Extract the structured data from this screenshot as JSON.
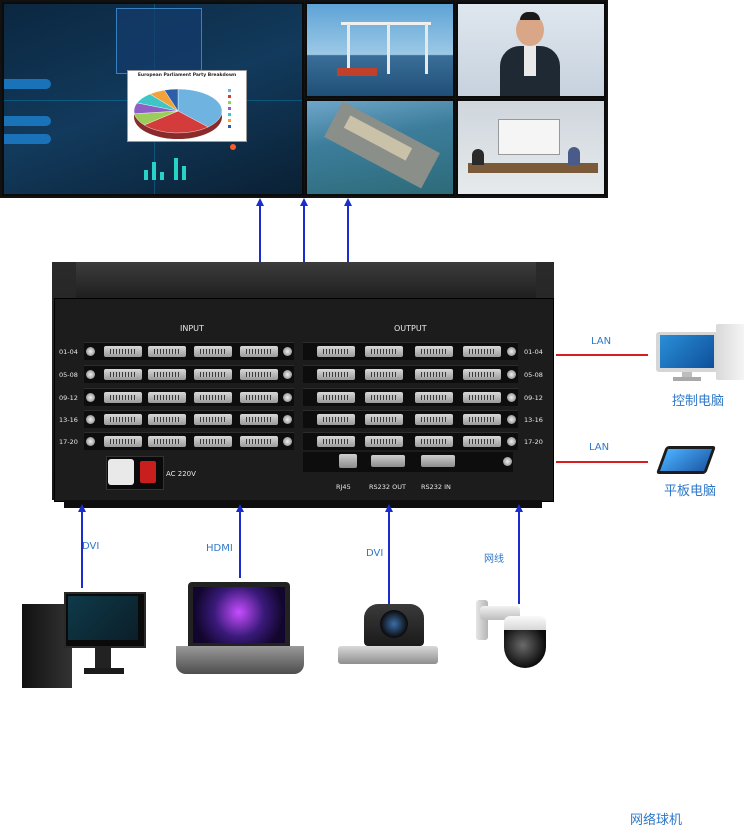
{
  "video_wall": {
    "pie_inset_title": "European Parliament Party Breakdown",
    "pie_slices": [
      {
        "color": "#6fb3e0",
        "value": 38
      },
      {
        "color": "#d43b3b",
        "value": 26
      },
      {
        "color": "#9acd5a",
        "value": 9
      },
      {
        "color": "#8e5fc4",
        "value": 8
      },
      {
        "color": "#3ec6c6",
        "value": 8
      },
      {
        "color": "#f2a23a",
        "value": 6
      },
      {
        "color": "#2c5fa8",
        "value": 5
      }
    ]
  },
  "matrix": {
    "input_label": "INPUT",
    "output_label": "OUTPUT",
    "rows": [
      "01-04",
      "05-08",
      "09-12",
      "13-16",
      "17-20"
    ],
    "power_label": "AC 220V",
    "ports": {
      "rj45": "RJ45",
      "rs232_out": "RS232 OUT",
      "rs232_in": "RS232 IN"
    }
  },
  "connections": {
    "lan_1": "LAN",
    "lan_2": "LAN",
    "dvi_1": "DVI",
    "hdmi": "HDMI",
    "dvi_2": "DVI",
    "network_cable": "网线"
  },
  "devices": {
    "control_pc": "控制电脑",
    "tablet": "平板电脑",
    "dome_camera": "网络球机"
  },
  "colors": {
    "arrow_blue": "#1a2ccc",
    "lan_red": "#d81e1e",
    "label_blue": "#2e78c8"
  }
}
